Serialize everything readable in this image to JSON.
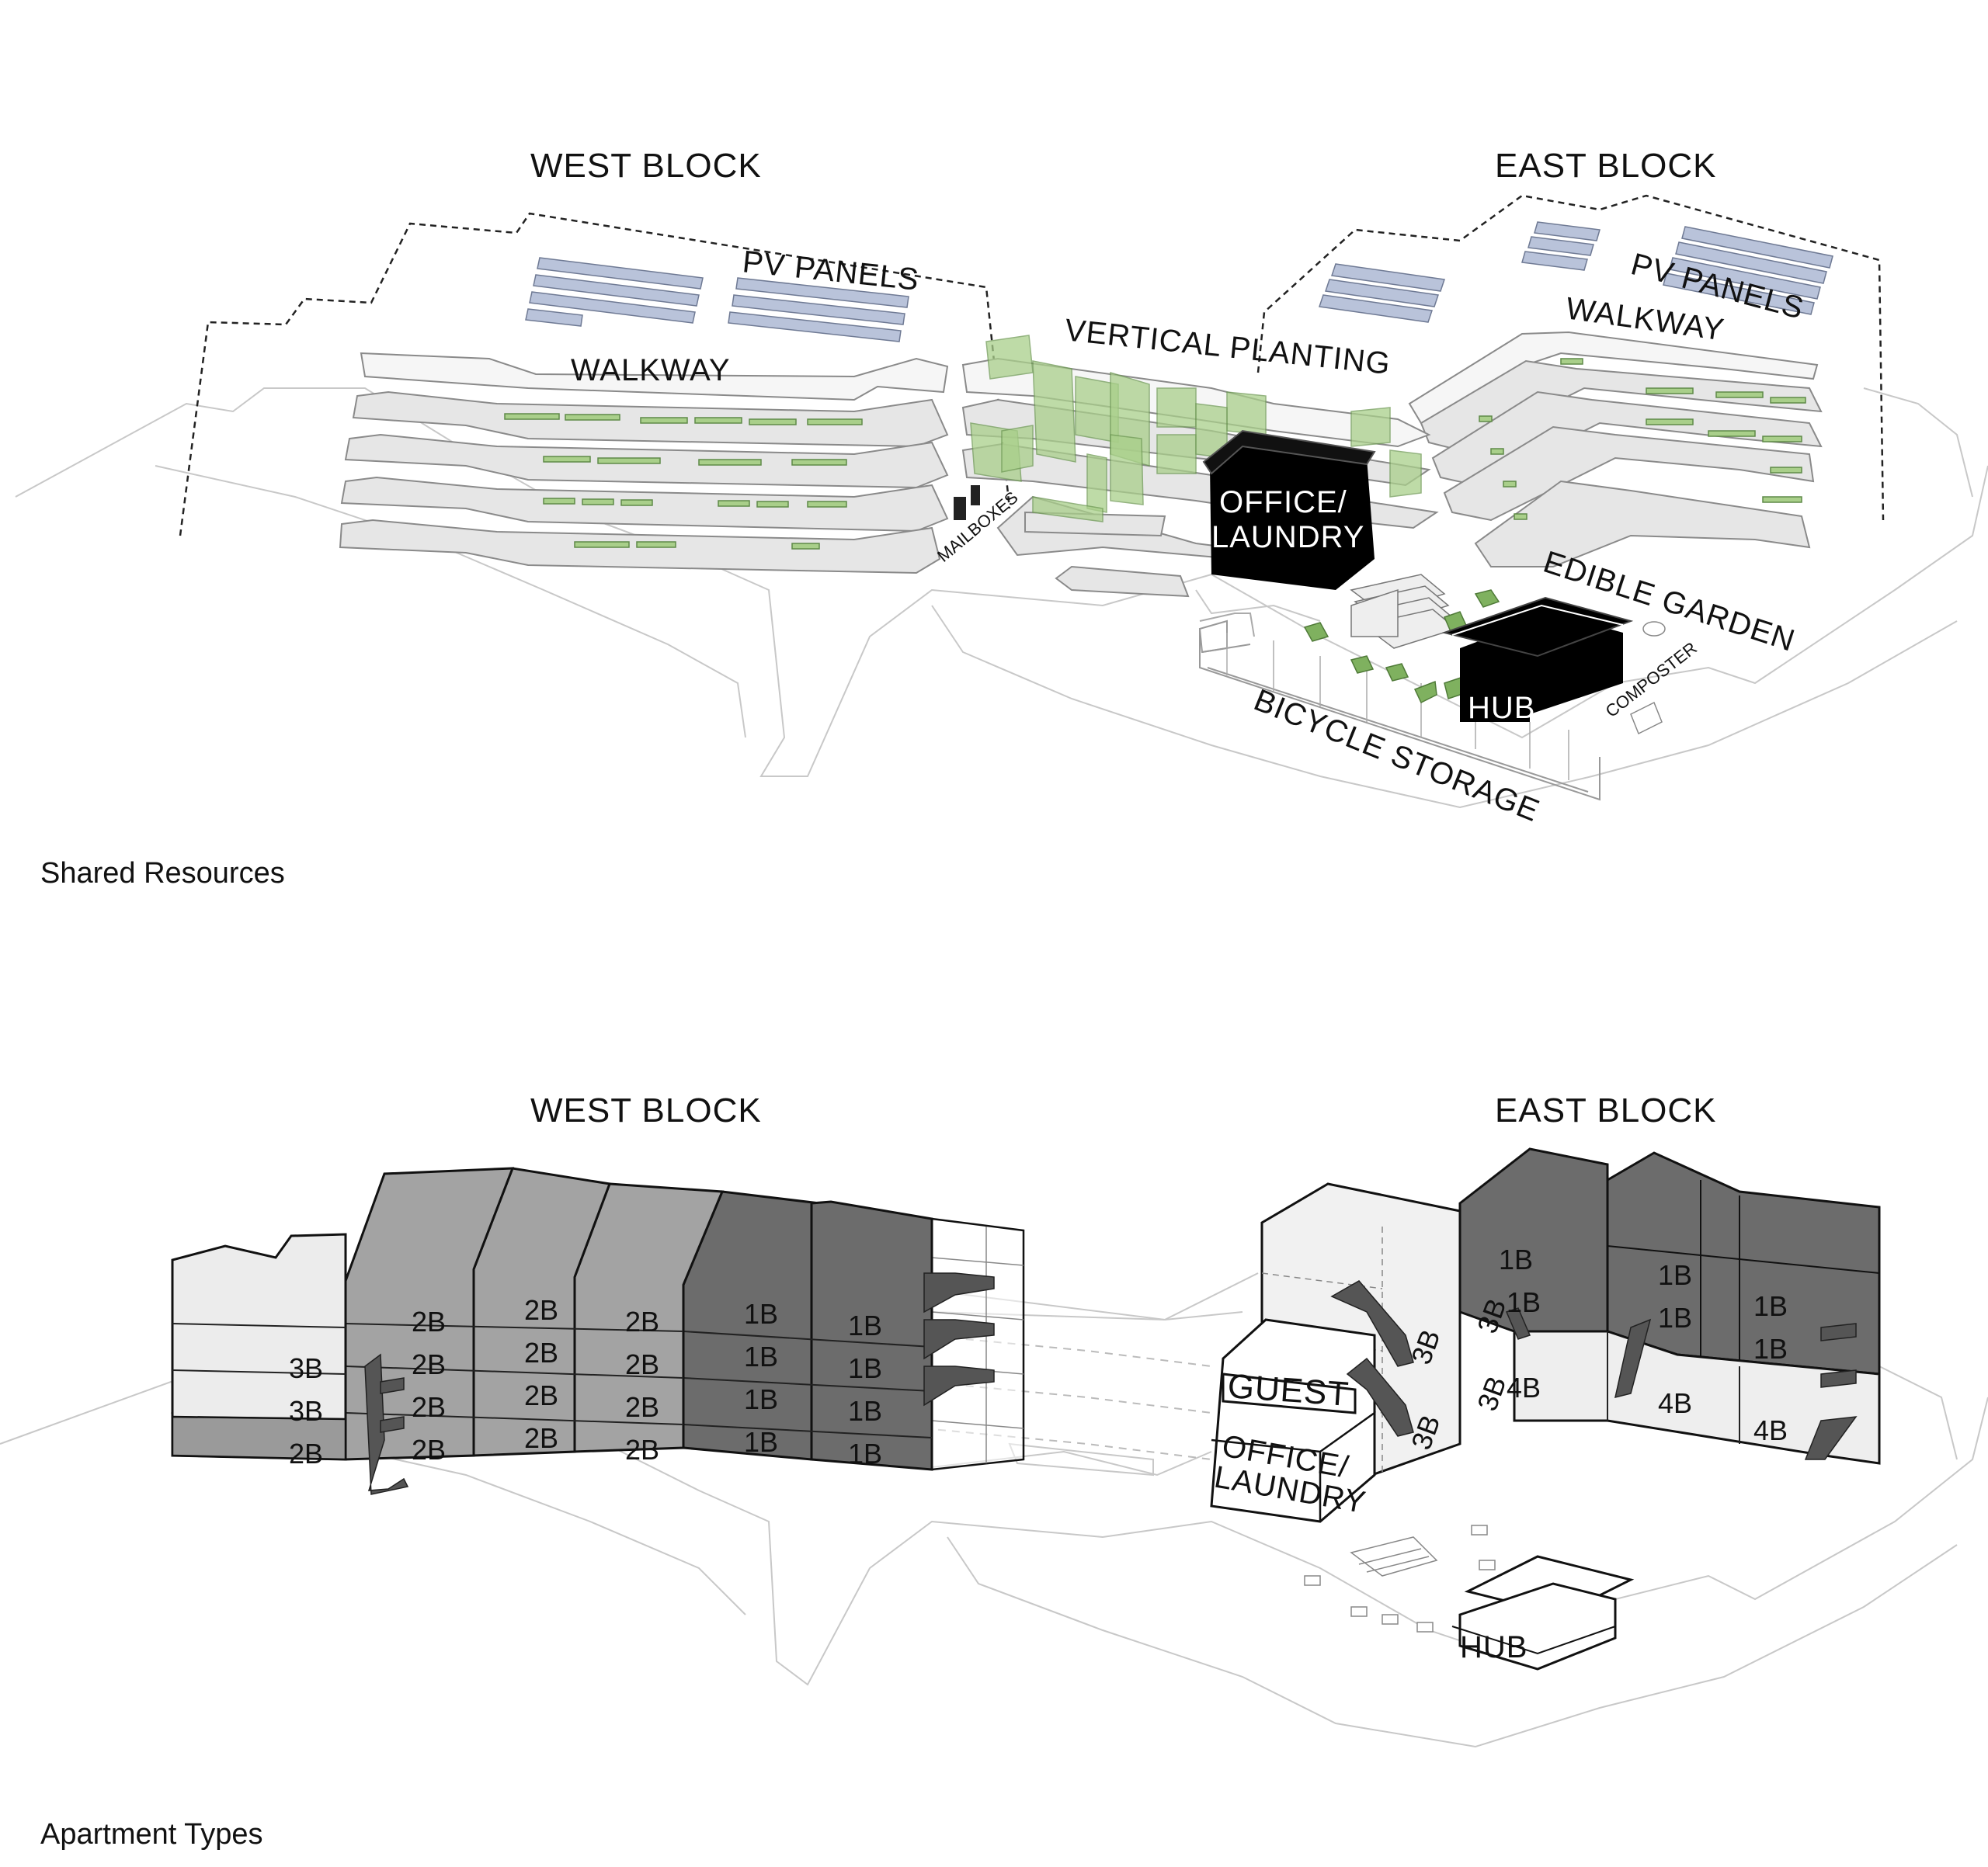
{
  "top_diagram": {
    "caption": "Shared Resources",
    "west_block_title": "WEST BLOCK",
    "east_block_title": "EAST BLOCK",
    "labels": {
      "pv_panels_west": "PV PANELS",
      "pv_panels_east": "PV PANELS",
      "walkway_west": "WALKWAY",
      "walkway_east": "WALKWAY",
      "vertical_planting": "VERTICAL PLANTING",
      "office_laundry_line1": "OFFICE/",
      "office_laundry_line2": "LAUNDRY",
      "mailboxes": "MAILBOXES",
      "edible_garden": "EDIBLE GARDEN",
      "hub": "HUB",
      "composter": "COMPOSTER",
      "bicycle_storage": "BICYCLE STORAGE"
    },
    "colors": {
      "planting": "#a9cf8a",
      "pv": "#b9c3da",
      "solid": "#000000",
      "slab": "#e6e6e6"
    }
  },
  "bottom_diagram": {
    "caption": "Apartment Types",
    "west_block_title": "WEST BLOCK",
    "east_block_title": "EAST BLOCK",
    "west_units": {
      "col_3b": [
        "3B",
        "3B",
        "2B"
      ],
      "col_2b_a": [
        "2B",
        "2B",
        "2B",
        "2B"
      ],
      "col_2b_b": [
        "2B",
        "2B",
        "2B"
      ],
      "col_2b_c": [
        "2B",
        "2B",
        "2B",
        "2B"
      ],
      "col_1b_a": [
        "1B",
        "1B",
        "1B",
        "1B"
      ],
      "col_1b_b": [
        "1B",
        "1B",
        "1B",
        "1B"
      ]
    },
    "east_units": {
      "col_3b": [
        "3B",
        "3B",
        "3B"
      ],
      "col_mid": [
        "1B",
        "1B",
        "3B",
        "4B"
      ],
      "col_right_a": [
        "1B",
        "1B",
        "4B"
      ],
      "col_right_b": [
        "1B",
        "1B",
        "4B"
      ]
    },
    "labels": {
      "guest": "GUEST",
      "office_laundry_line1": "OFFICE/",
      "office_laundry_line2": "LAUNDRY",
      "hub": "HUB"
    },
    "colors": {
      "light": "#eeeeee",
      "mid": "#a3a3a3",
      "dark": "#6c6c6c"
    }
  }
}
